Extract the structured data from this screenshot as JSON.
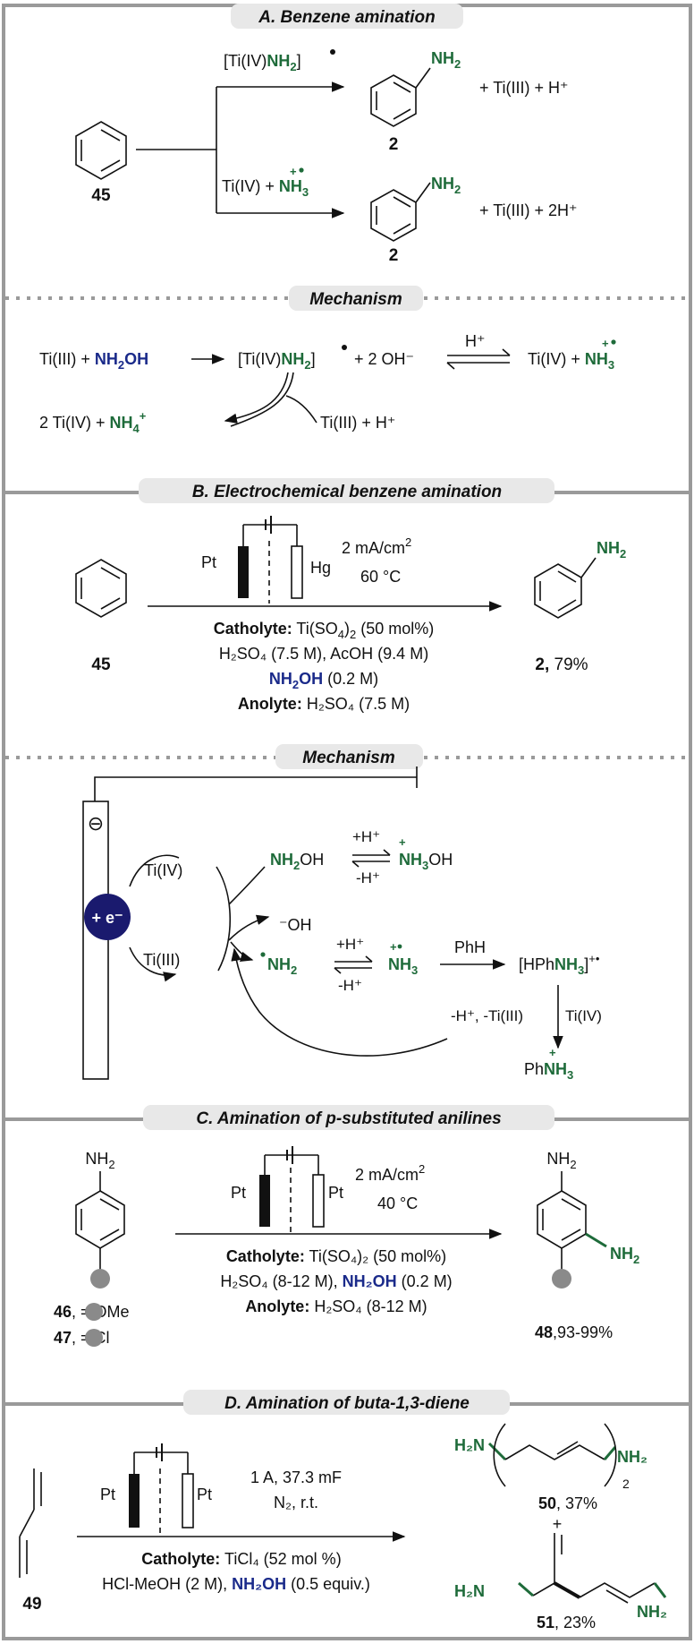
{
  "colors": {
    "green": "#1e6b3a",
    "navy": "#1a2a8a",
    "frame": "#9a9a9a",
    "pill": "#e8e8e8",
    "electron": "#1a1a6e",
    "substituent": "#8a8a8a"
  },
  "sectionA": {
    "title": "A. Benzene amination",
    "reactant": "45",
    "upper": {
      "reagent_left": "[Ti(IV)",
      "reagent_amine": "NH",
      "reagent_sub": "2",
      "reagent_right": "]",
      "product": "2",
      "byproducts": "+ Ti(III) +   H⁺"
    },
    "lower": {
      "reagent_left": "Ti(IV) + ",
      "reagent_amine": "NH",
      "reagent_sub": "3",
      "product": "2",
      "byproducts": "+ Ti(III) + 2H⁺"
    },
    "product_label": "NH",
    "product_label_sub": "2"
  },
  "mechanism1": {
    "title": "Mechanism",
    "left": "Ti(III) + ",
    "hydroxylamine": "NH",
    "hydroxylamine_sub": "2",
    "hydroxylamine_end": "OH",
    "complex_left": "[Ti(IV)",
    "complex_amine": "NH",
    "complex_sub": "2",
    "complex_right": "]",
    "plus_oh": "+ 2 OH⁻",
    "acid": "H⁺",
    "right_left": "Ti(IV) + ",
    "right_amine": "NH",
    "right_sub": "3",
    "bottom_left": "2 Ti(IV) + ",
    "ammonium": "NH",
    "ammonium_sub": "4",
    "ammonium_sup": "+",
    "bottom_right": "Ti(III) + H⁺"
  },
  "sectionB": {
    "title": "B. Electrochemical benzene amination",
    "reactant": "45",
    "electrode_left": "Pt",
    "electrode_right": "Hg",
    "current": "2 mA/cm",
    "current_sup": "2",
    "temp": "60 °C",
    "catholyte_label": "Catholyte:",
    "catholyte": " Ti(SO",
    "catholyte_sub": "4",
    "catholyte_end": ")",
    "catholyte_sub2": "2",
    "catholyte_amount": " (50 mol%)",
    "acids": "H₂SO₄ (7.5 M), AcOH (9.4 M)",
    "amine": "NH",
    "amine_sub": "2",
    "amine_end": "OH",
    "amine_conc": " (0.2 M)",
    "anolyte_label": "Anolyte:",
    "anolyte": " H₂SO₄ (7.5 M)",
    "product": "2,",
    "yield": " 79%",
    "product_label": "NH",
    "product_label_sub": "2"
  },
  "mechanism2": {
    "title": "Mechanism",
    "electron": "+ e⁻",
    "minus": "⊖",
    "ti4": "Ti(IV)",
    "ti3": "Ti(III)",
    "nh2oh": "NH",
    "nh2oh_sub": "2",
    "nh2oh_end": "OH",
    "plus_h": "+H⁺",
    "minus_h": "-H⁺",
    "nh3oh": "NH",
    "nh3oh_sub": "3",
    "nh3oh_end": "OH",
    "hydroxide": "⁻OH",
    "nh2rad": "NH",
    "nh2rad_sub": "2",
    "nh3rad": "NH",
    "nh3rad_sub": "3",
    "phh": "PhH",
    "complex_left": "[HPh",
    "complex_amine": "NH",
    "complex_sub": "3",
    "complex_right": "]",
    "complex_sup": "+•",
    "loss": "-H⁺, -Ti(III)",
    "ti4b": "Ti(IV)",
    "product_left": "Ph",
    "product_amine": "NH",
    "product_sub": "3"
  },
  "sectionC": {
    "title": "C. Amination of  p-substituted anilines",
    "nh2_top": "NH",
    "nh2_top_sub": "2",
    "electrode_left": "Pt",
    "electrode_right": "Pt",
    "current": "2 mA/cm",
    "current_sup": "2",
    "temp": "40 °C",
    "catholyte_label": "Catholyte:",
    "catholyte": " Ti(SO₄)₂ (50 mol%)",
    "acids": "H₂SO₄ (8-12 M), ",
    "amine": "NH₂OH",
    "amine_conc": " (0.2 M)",
    "anolyte_label": "Anolyte:",
    "anolyte": " H₂SO₄ (8-12 M)",
    "sub46_num": "46",
    "sub46": ",       = OMe",
    "sub47_num": "47",
    "sub47": ",       = Cl",
    "product_nh2_top": "NH",
    "product_nh2_top_sub": "2",
    "product_nh2": "NH",
    "product_nh2_sub": "2",
    "product": "48",
    "yield": ",93-99%"
  },
  "sectionD": {
    "title": "D. Amination of buta-1,3-diene",
    "reactant": "49",
    "electrode_left": "Pt",
    "electrode_right": "Pt",
    "conditions1": "1 A, 37.3 mF",
    "conditions2": "N₂, r.t.",
    "catholyte_label": "Catholyte:",
    "catholyte": " TiCl₄ (52 mol %)",
    "acids": "HCl-MeOH (2 M), ",
    "amine": "NH₂OH",
    "amine_amount": " (0.5 equiv.)",
    "p50_left": "H₂N",
    "p50_right": "NH₂",
    "p50_sub": "2",
    "p50": "50",
    "p50_yield": ", 37%",
    "plus": "+",
    "p51_left": "H₂N",
    "p51_right": "NH₂",
    "p51": "51",
    "p51_yield": ", 23%"
  }
}
